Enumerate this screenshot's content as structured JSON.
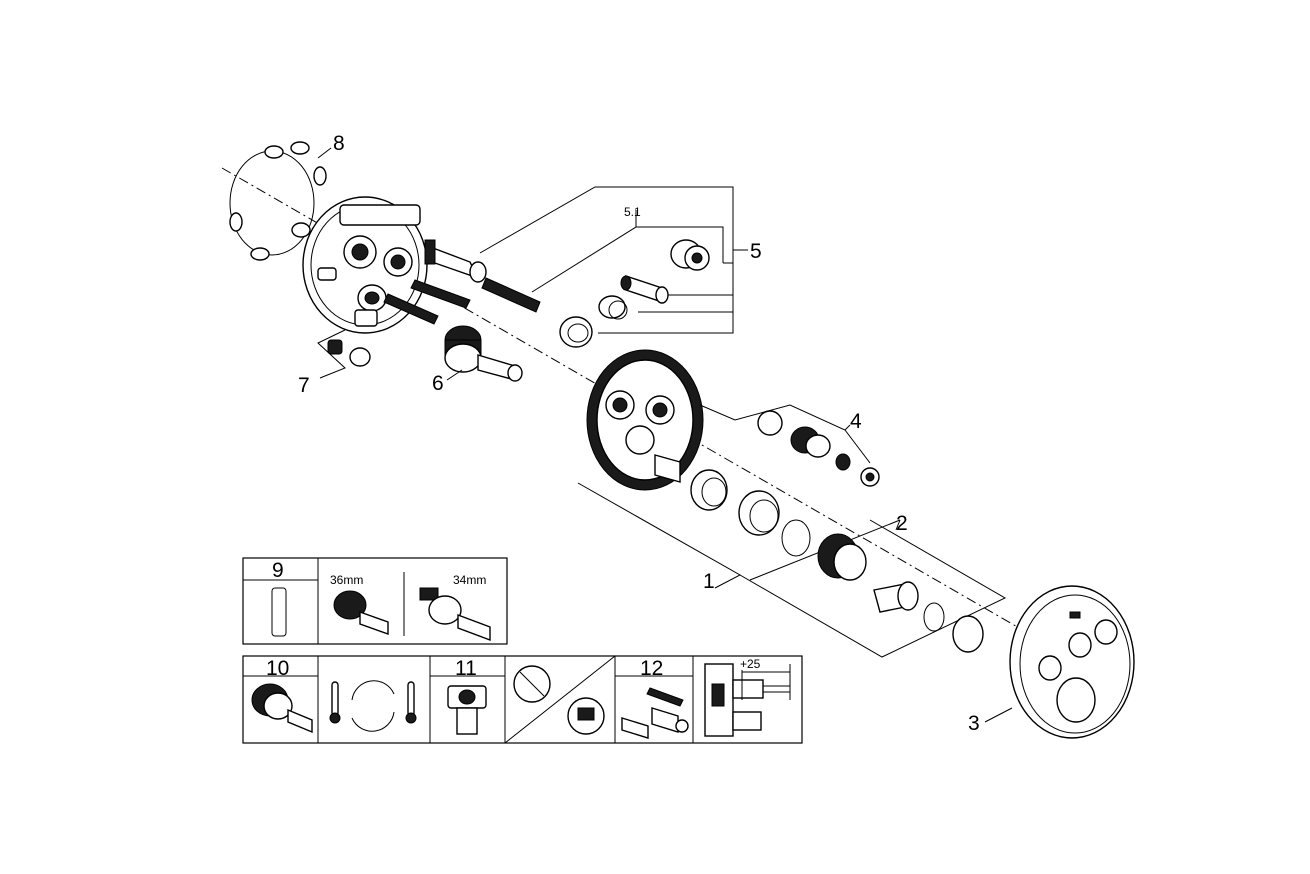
{
  "callouts": {
    "c1": "1",
    "c2": "2",
    "c3": "3",
    "c4": "4",
    "c5": "5",
    "c51": "5.1",
    "c6": "6",
    "c7": "7",
    "c8": "8"
  },
  "legend": {
    "box9": {
      "number": "9",
      "size_a": "36mm",
      "size_b": "34mm"
    },
    "box10": {
      "number": "10"
    },
    "box11": {
      "number": "11"
    },
    "box12": {
      "number": "12",
      "dimension": "+25"
    }
  }
}
